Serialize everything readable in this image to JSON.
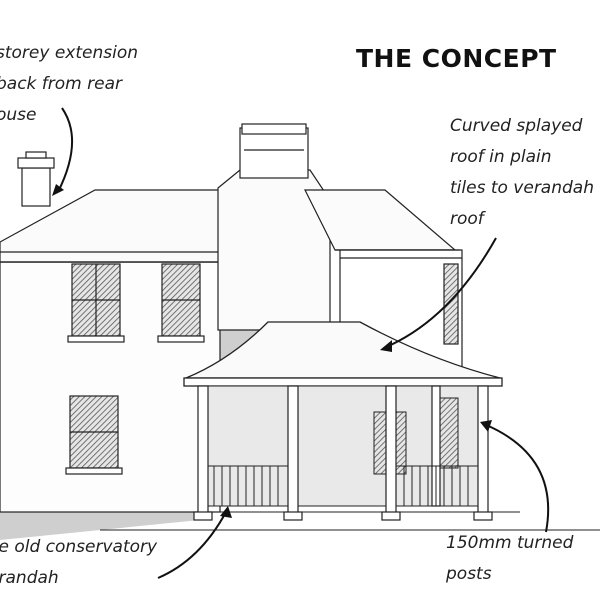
{
  "title": "THE CONCEPT",
  "annotations": {
    "extension": [
      "storey extension",
      "back from rear",
      "ouse"
    ],
    "roof": [
      "Curved splayed",
      "roof in plain",
      "tiles to verandah",
      "roof"
    ],
    "conservatory": [
      "ove old conservatory",
      "verandah"
    ],
    "posts": [
      "150mm turned",
      "posts"
    ]
  },
  "colors": {
    "ink": "#222222",
    "shadow": "#c7c7c7",
    "hatch": "#555555",
    "paper": "#ffffff"
  }
}
